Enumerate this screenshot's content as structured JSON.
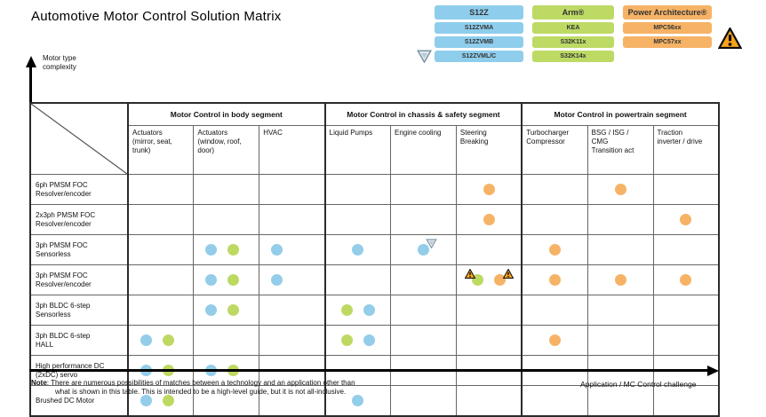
{
  "title": "Automotive Motor Control Solution Matrix",
  "axes": {
    "y_label": "Motor type\ncomplexity",
    "x_label": "Application / MC Control challenge"
  },
  "note": {
    "prefix": "Note",
    "line1_rest": ": There are numerous possibilities of matches between a technology and an application other than",
    "line2": "what is shown in this table. This is intended to be a high-level guide, but it is not all-inclusive."
  },
  "colors": {
    "blue": "#93cde9",
    "green": "#bdd962",
    "orange": "#f6b366",
    "warn_triangle": "#f9a21b",
    "gray_triangle": "#8096a6"
  },
  "legend": {
    "columns": [
      {
        "name": "s12z-family",
        "color": "blue",
        "items": [
          {
            "label": "S12Z",
            "size": "lg"
          },
          {
            "label": "S12ZVMA"
          },
          {
            "label": "S12ZVMB"
          },
          {
            "label": "S12ZVML/C",
            "icon": "vtri-left"
          }
        ]
      },
      {
        "name": "arm-family",
        "color": "green",
        "items": [
          {
            "label": "Arm®",
            "size": "lg"
          },
          {
            "label": "KEA"
          },
          {
            "label": "S32K11x"
          },
          {
            "label": "S32K14x"
          }
        ]
      },
      {
        "name": "power-architecture-family",
        "color": "orange",
        "items": [
          {
            "label": "Power Architecture®",
            "size": "lg"
          },
          {
            "label": "MPC56xx"
          },
          {
            "label": "MPC57xx",
            "icon": "warn-right"
          }
        ]
      }
    ]
  },
  "matrix": {
    "groups": [
      "Motor Control in body segment",
      "Motor Control in chassis & safety segment",
      "Motor Control in powertrain segment"
    ],
    "columns": [
      "Actuators\n(mirror, seat,\ntrunk)",
      "Actuators\n(window, roof,\ndoor)",
      "HVAC",
      "Liquid Pumps",
      "Engine cooling",
      "Steering\nBreaking",
      "Turbocharger\nCompressor",
      "BSG / ISG /\nCMG\nTransition act",
      "Traction\ninverter / drive"
    ],
    "rows": [
      {
        "label": "6ph PMSM FOC\nResolver/encoder",
        "cells": [
          [],
          [],
          [],
          [],
          [],
          [
            "orange"
          ],
          [],
          [
            "orange"
          ],
          []
        ]
      },
      {
        "label": "2x3ph PMSM FOC\nResolver/encoder",
        "cells": [
          [],
          [],
          [],
          [],
          [],
          [
            "orange"
          ],
          [],
          [],
          [
            "orange"
          ]
        ]
      },
      {
        "label": "3ph PMSM FOC\nSensorless",
        "cells": [
          [],
          [
            "blue",
            "green"
          ],
          [
            "blue"
          ],
          [
            "blue"
          ],
          [
            "blue|vtri"
          ],
          [],
          [
            "orange"
          ],
          [],
          []
        ]
      },
      {
        "label": "3ph PMSM FOC\nResolver/encoder",
        "cells": [
          [],
          [
            "blue",
            "green"
          ],
          [
            "blue"
          ],
          [],
          [],
          [
            "green|warnl",
            "orange|warnr"
          ],
          [
            "orange"
          ],
          [
            "orange"
          ],
          [
            "orange"
          ]
        ]
      },
      {
        "label": "3ph BLDC 6-step\nSensorless",
        "cells": [
          [],
          [
            "blue",
            "green"
          ],
          [],
          [
            "green",
            "blue"
          ],
          [],
          [],
          [],
          [],
          []
        ]
      },
      {
        "label": "3ph BLDC 6-step\nHALL",
        "cells": [
          [
            "blue",
            "green"
          ],
          [],
          [],
          [
            "green",
            "blue"
          ],
          [],
          [],
          [
            "orange"
          ],
          [],
          []
        ]
      },
      {
        "label": "High performance DC\n(2xDC) servo",
        "cells": [
          [
            "blue",
            "green"
          ],
          [
            "blue",
            "green"
          ],
          [],
          [],
          [],
          [],
          [],
          [],
          []
        ]
      },
      {
        "label": "Brushed DC Motor",
        "cells": [
          [
            "blue",
            "green"
          ],
          [],
          [],
          [
            "blue"
          ],
          [],
          [],
          [],
          [],
          []
        ]
      }
    ]
  }
}
